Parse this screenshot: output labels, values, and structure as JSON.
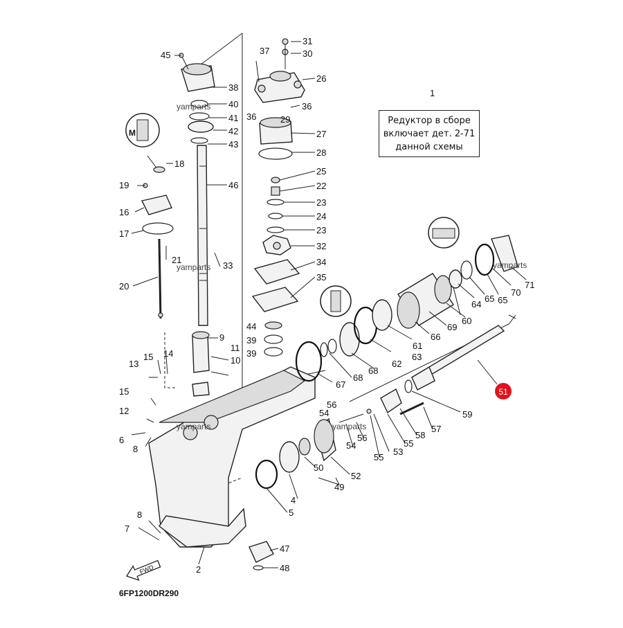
{
  "diagram": {
    "drawing_code": "6FP1200DR290",
    "watermark": "yamparts",
    "fwd_label": "FWD",
    "note": {
      "ref": "1",
      "lines": [
        "Редуктор в сборе",
        "включает дет. 2-71",
        "данной схемы"
      ]
    },
    "highlight": {
      "label": "51",
      "color": "#e0141e"
    },
    "callouts": [
      {
        "label": "45"
      },
      {
        "label": "38"
      },
      {
        "label": "40"
      },
      {
        "label": "41"
      },
      {
        "label": "42"
      },
      {
        "label": "43"
      },
      {
        "label": "46"
      },
      {
        "label": "37"
      },
      {
        "label": "31"
      },
      {
        "label": "30"
      },
      {
        "label": "26"
      },
      {
        "label": "36"
      },
      {
        "label": "29"
      },
      {
        "label": "36"
      },
      {
        "label": "27"
      },
      {
        "label": "28"
      },
      {
        "label": "25"
      },
      {
        "label": "22"
      },
      {
        "label": "23"
      },
      {
        "label": "24"
      },
      {
        "label": "23"
      },
      {
        "label": "32"
      },
      {
        "label": "34"
      },
      {
        "label": "35"
      },
      {
        "label": "44"
      },
      {
        "label": "39"
      },
      {
        "label": "39"
      },
      {
        "label": "18"
      },
      {
        "label": "19"
      },
      {
        "label": "16"
      },
      {
        "label": "17"
      },
      {
        "label": "21"
      },
      {
        "label": "33"
      },
      {
        "label": "20"
      },
      {
        "label": "9"
      },
      {
        "label": "11"
      },
      {
        "label": "10"
      },
      {
        "label": "14"
      },
      {
        "label": "13"
      },
      {
        "label": "15"
      },
      {
        "label": "15"
      },
      {
        "label": "12"
      },
      {
        "label": "6"
      },
      {
        "label": "8"
      },
      {
        "label": "8"
      },
      {
        "label": "7"
      },
      {
        "label": "2"
      },
      {
        "label": "47"
      },
      {
        "label": "48"
      },
      {
        "label": "5"
      },
      {
        "label": "4"
      },
      {
        "label": "50"
      },
      {
        "label": "49"
      },
      {
        "label": "52"
      },
      {
        "label": "54"
      },
      {
        "label": "56"
      },
      {
        "label": "54"
      },
      {
        "label": "56"
      },
      {
        "label": "53"
      },
      {
        "label": "55"
      },
      {
        "label": "55"
      },
      {
        "label": "58"
      },
      {
        "label": "57"
      },
      {
        "label": "59"
      },
      {
        "label": "67"
      },
      {
        "label": "68"
      },
      {
        "label": "68"
      },
      {
        "label": "62"
      },
      {
        "label": "63"
      },
      {
        "label": "61"
      },
      {
        "label": "66"
      },
      {
        "label": "69"
      },
      {
        "label": "60"
      },
      {
        "label": "64"
      },
      {
        "label": "65"
      },
      {
        "label": "65"
      },
      {
        "label": "70"
      },
      {
        "label": "71"
      }
    ]
  }
}
